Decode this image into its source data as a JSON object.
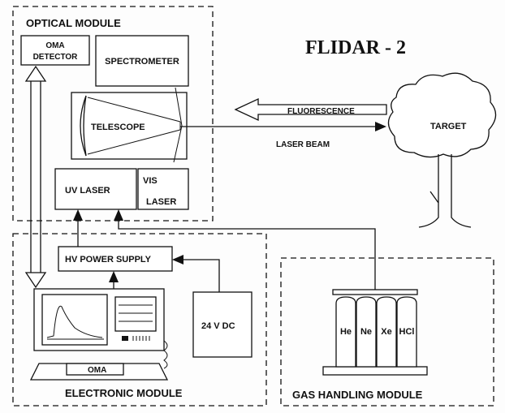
{
  "title": "FLIDAR - 2",
  "modules": {
    "optical": "OPTICAL MODULE",
    "electronic": "ELECTRONIC MODULE",
    "gas": "GAS HANDLING MODULE"
  },
  "components": {
    "oma_detector_line1": "OMA",
    "oma_detector_line2": "DETECTOR",
    "spectrometer": "SPECTROMETER",
    "telescope": "TELESCOPE",
    "uv_laser": "UV LASER",
    "vis_laser_line1": "VIS",
    "vis_laser_line2": "LASER",
    "hv_power_supply": "HV POWER SUPPLY",
    "dc_supply": "24 V DC",
    "keyboard_label": "OMA",
    "target": "TARGET"
  },
  "signals": {
    "fluorescence": "FLUORESCENCE",
    "laser_beam": "LASER BEAM"
  },
  "gas_cylinders": [
    "He",
    "Ne",
    "Xe",
    "HCl"
  ]
}
